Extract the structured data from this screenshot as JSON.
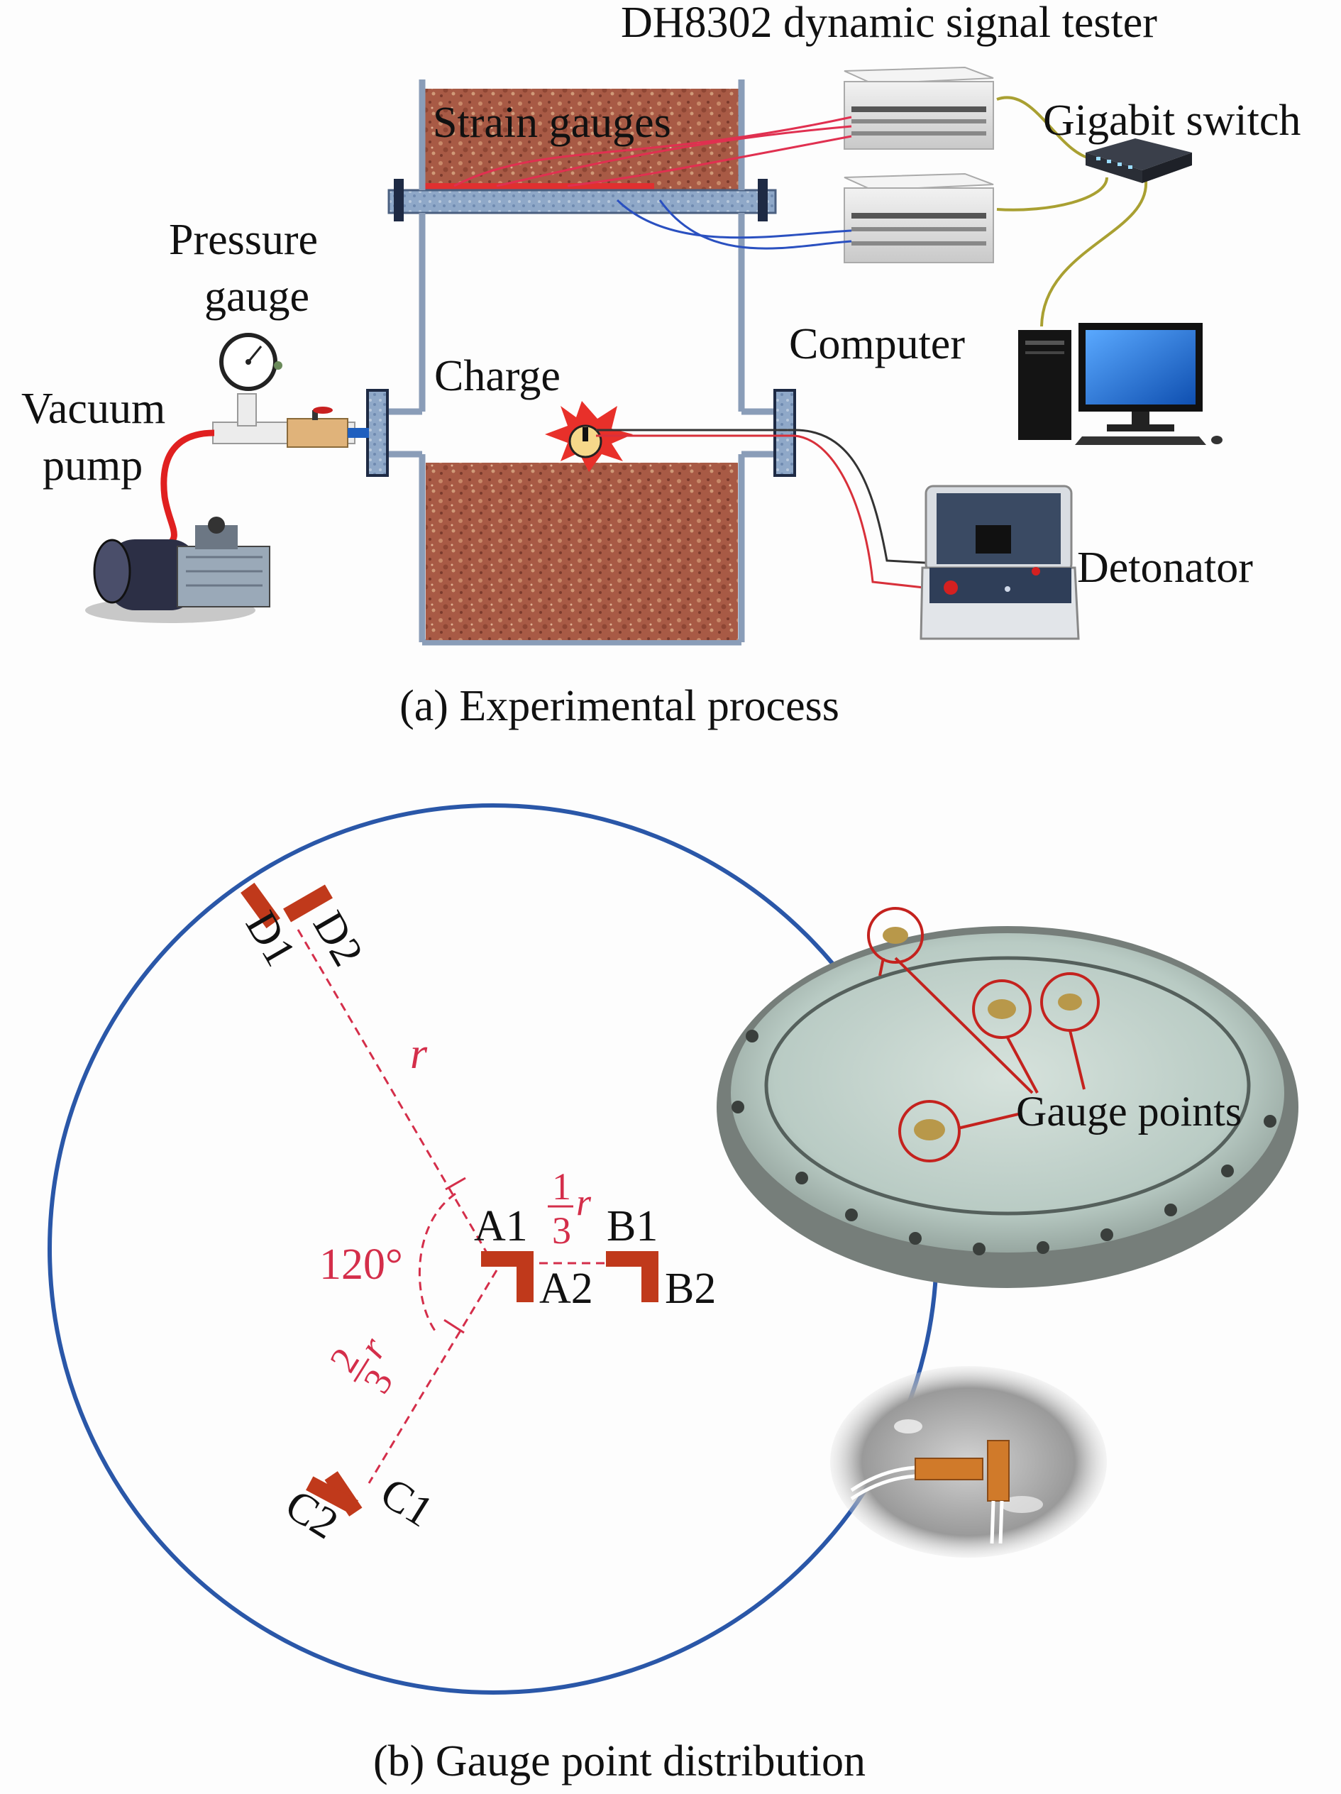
{
  "panel_a": {
    "caption": "(a) Experimental process",
    "labels": {
      "tester": "DH8302 dynamic signal tester",
      "strain_gauges": "Strain gauges",
      "gigabit_switch": "Gigabit switch",
      "pressure_gauge_line1": "Pressure",
      "pressure_gauge_line2": "gauge",
      "vacuum_pump_line1": "Vacuum",
      "vacuum_pump_line2": "pump",
      "charge": "Charge",
      "computer": "Computer",
      "detonator": "Detonator"
    }
  },
  "panel_b": {
    "caption": "(b) Gauge point distribution",
    "gauges": {
      "a1": "A1",
      "a2": "A2",
      "b1": "B1",
      "b2": "B2",
      "c1": "C1",
      "c2": "C2",
      "d1": "D1",
      "d2": "D2"
    },
    "dimensions": {
      "radius": "r",
      "angle": "120°",
      "third_num": "1",
      "third_den": "3",
      "third_var": "r",
      "twothird_num": "2",
      "twothird_den": "3",
      "twothird_var": "r"
    },
    "photo_label": "Gauge points"
  },
  "colors": {
    "outline_blue": "#2a57a8",
    "gauge_red": "#c0391b",
    "dimension_red": "#d42e4a",
    "soil": "#a85a45"
  }
}
